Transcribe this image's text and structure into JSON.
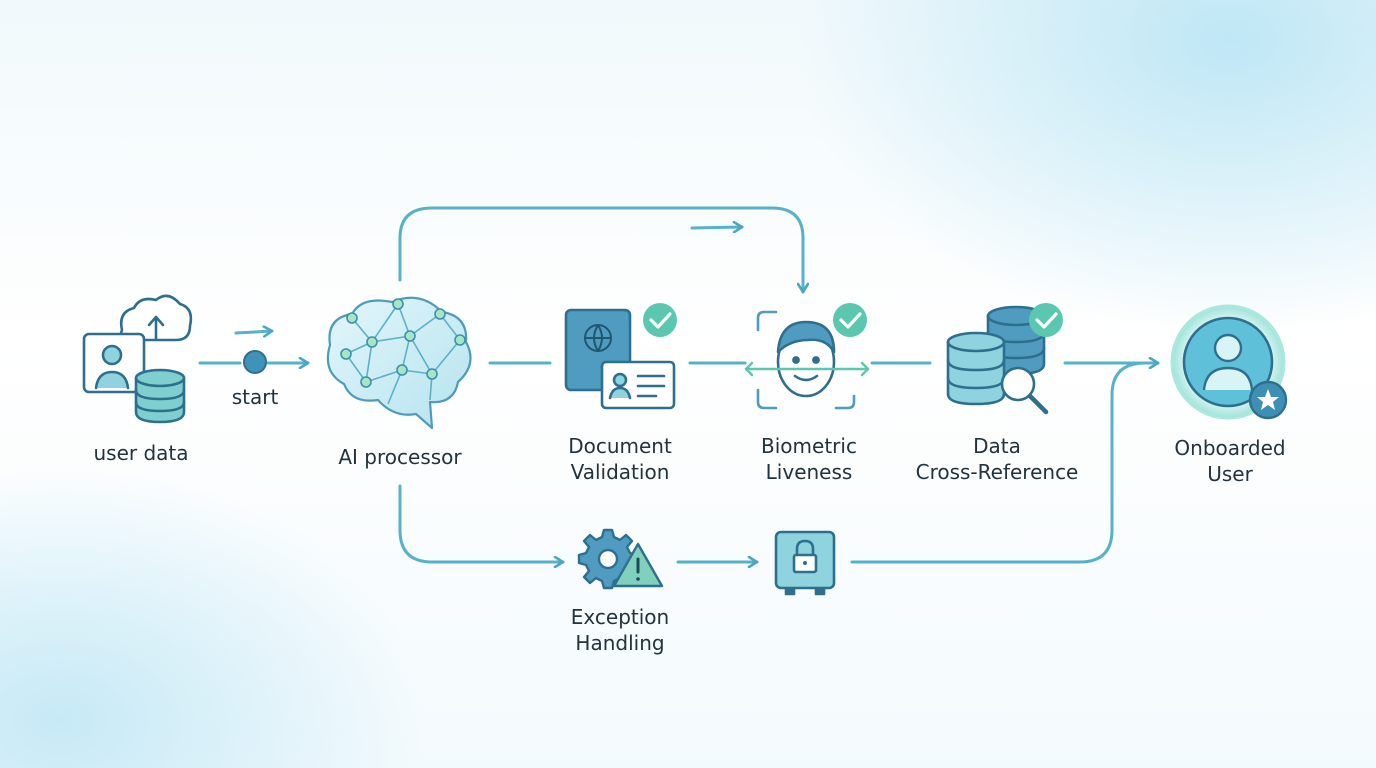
{
  "colors": {
    "stroke": "#3a8fb0",
    "flow": "#4fb3c9",
    "fill_light": "#dff3f7",
    "fill_mid": "#8fd3de",
    "check": "#5cc7b0",
    "text": "#22333d"
  },
  "nodes": {
    "user_data": {
      "label": "user data",
      "icon": "user-data-upload-icon"
    },
    "start": {
      "label": "start",
      "icon": "start-dot-icon"
    },
    "ai_processor": {
      "label": "AI processor",
      "icon": "ai-brain-icon"
    },
    "document_validation": {
      "line1": "Document",
      "line2": "Validation",
      "icon": "passport-id-card-icon",
      "status_icon": "check-icon"
    },
    "biometric_liveness": {
      "line1": "Biometric",
      "line2": "Liveness",
      "icon": "face-scan-icon",
      "status_icon": "check-icon"
    },
    "data_cross_reference": {
      "line1": "Data",
      "line2": "Cross-Reference",
      "icon": "database-search-icon",
      "status_icon": "check-icon"
    },
    "onboarded_user": {
      "line1": "Onboarded",
      "line2": "User",
      "icon": "user-star-badge-icon"
    },
    "exception_handling": {
      "line1": "Exception",
      "line2": "Handling",
      "icon": "gear-warning-icon"
    },
    "secure_vault": {
      "icon": "lock-safe-icon"
    }
  }
}
